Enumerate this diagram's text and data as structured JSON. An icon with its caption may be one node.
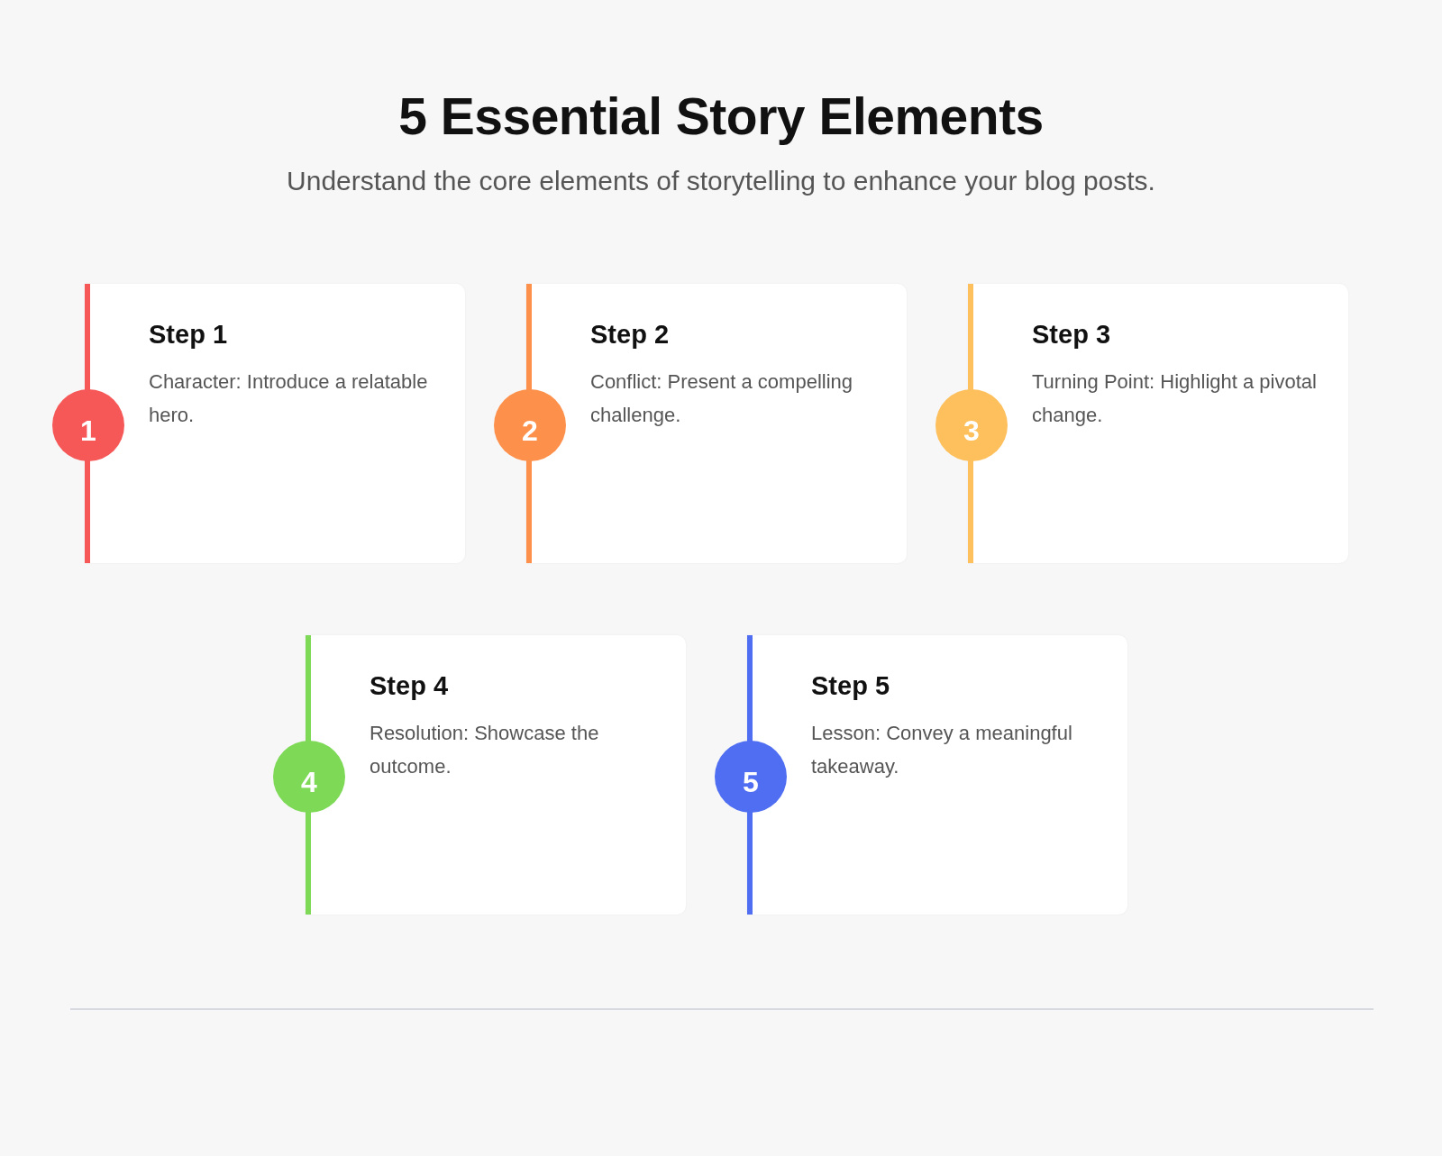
{
  "diagram": {
    "title": "5 Essential Story Elements",
    "caption": "Understand the core elements of storytelling to enhance your blog posts.",
    "nodes": [
      {
        "text": [
          "1"
        ]
      },
      {
        "text": [
          "Step 1",
          "Character: Introduce a relatable hero."
        ]
      },
      {
        "text": [
          "2"
        ]
      },
      {
        "text": [
          "Step 2",
          "Conflict: Present a compelling challenge."
        ]
      },
      {
        "text": [
          "3"
        ]
      },
      {
        "text": [
          "Step 3",
          "Turning Point: Highlight a pivotal change."
        ]
      },
      {
        "text": [
          "4"
        ]
      },
      {
        "text": [
          "Step 4",
          "Resolution: Showcase the outcome."
        ]
      },
      {
        "text": [
          "5"
        ]
      },
      {
        "text": [
          "Step 5",
          "Lesson: Convey a meaningful takeaway."
        ]
      }
    ],
    "edges": []
  }
}
